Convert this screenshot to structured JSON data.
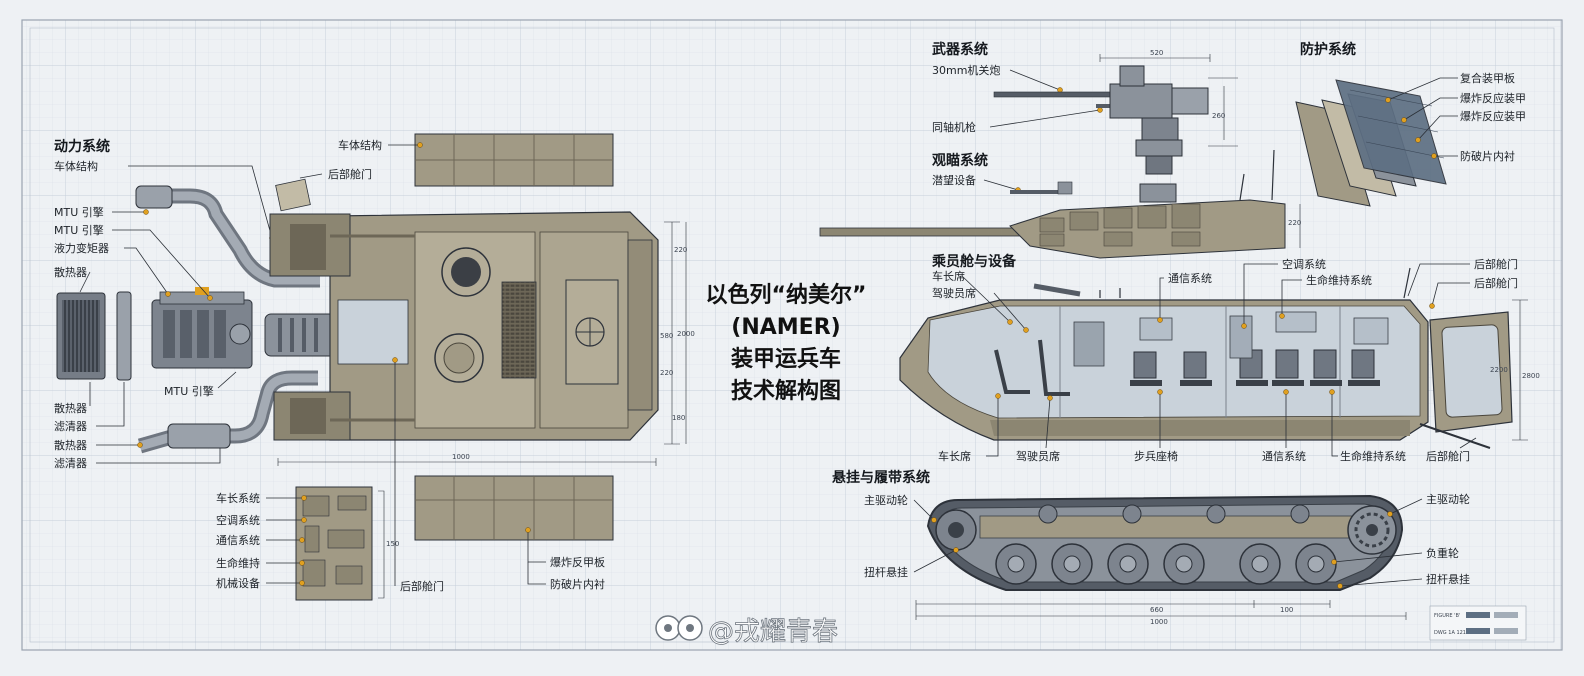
{
  "title": {
    "line1": "以色列“纳美尔”",
    "line2": "(NAMER)",
    "line3": "装甲运兵车",
    "line4": "技术解构图"
  },
  "power": {
    "header": "动力系统",
    "labels": [
      "车体结构",
      "MTU 引擎",
      "MTU 引擎",
      "液力变矩器",
      "散热器",
      "MTU 引擎",
      "散热器",
      "滤清器",
      "散热器",
      "滤清器"
    ]
  },
  "top_view": {
    "labels": [
      "车体结构",
      "后部舱门"
    ],
    "dims": [
      "1000",
      "220",
      "580",
      "220",
      "2000",
      "180"
    ]
  },
  "interior_panel": {
    "labels": [
      "车长系统",
      "空调系统",
      "通信系统",
      "生命维持",
      "机械设备"
    ],
    "dims": [
      "150"
    ]
  },
  "lower_center": {
    "labels": [
      "后部舱门",
      "爆炸反甲板",
      "防破片内衬"
    ]
  },
  "weapons": {
    "header": "武器系统",
    "labels": [
      "30mm机关炮",
      "同轴机枪"
    ],
    "dims": [
      "520",
      "260"
    ]
  },
  "sighting": {
    "header": "观瞄系统",
    "labels": [
      "潜望设备"
    ],
    "dims": [
      "220"
    ]
  },
  "protection": {
    "header": "防护系统",
    "labels": [
      "复合装甲板",
      "爆炸反应装甲",
      "爆炸反应装甲",
      "防破片内衬"
    ]
  },
  "crew": {
    "header": "乘员舱与设备",
    "labels_top": [
      "车长席",
      "驾驶员席",
      "通信系统",
      "空调系统",
      "生命维持系统",
      "后部舱门",
      "后部舱门"
    ],
    "labels_bottom": [
      "车长席",
      "驾驶员席",
      "步兵座椅",
      "通信系统",
      "生命维持系统",
      "后部舱门"
    ],
    "dims": [
      "2200",
      "2800"
    ]
  },
  "suspension": {
    "header": "悬挂与履带系统",
    "labels": [
      "主驱动轮",
      "扭杆悬挂",
      "主驱动轮",
      "负重轮",
      "扭杆悬挂"
    ],
    "dims": [
      "660",
      "100",
      "1000"
    ]
  },
  "legend": {
    "title": "FIGURE 'B'",
    "sub": "DWG 1A 1210"
  },
  "watermark": "@戎耀青春",
  "colors": {
    "paper": "#eef1f4",
    "grid": "#d6dde6",
    "grid_major": "#c3ccd8",
    "armor": "#a19a85",
    "armor_dark": "#6d6757",
    "armor_light": "#c2bba6",
    "steel": "#8b929b",
    "steel_dark": "#555c66",
    "interior": "#c9d2da",
    "accent": "#e0a020",
    "panel_blue": "#5d6f83"
  }
}
